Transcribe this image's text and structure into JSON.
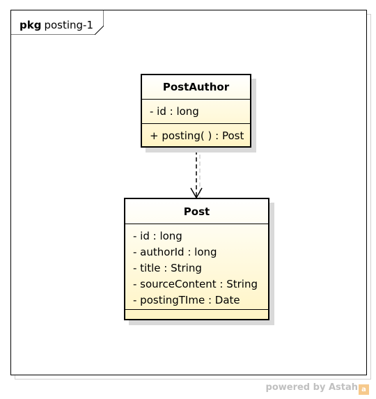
{
  "package": {
    "keyword": "pkg",
    "name": "posting-1"
  },
  "classes": {
    "post_author": {
      "name": "PostAuthor",
      "attributes": [
        "- id : long"
      ],
      "operations": [
        "+ posting( ) : Post"
      ]
    },
    "post": {
      "name": "Post",
      "attributes": [
        "- id : long",
        "- authorId : long",
        "- title : String",
        "- sourceContent : String",
        "- postingTIme : Date"
      ],
      "operations": []
    }
  },
  "relationships": [
    {
      "type": "dependency",
      "from": "PostAuthor",
      "to": "Post",
      "line_style": "dashed",
      "arrow": "open"
    }
  ],
  "footer": {
    "credit": "powered by Astah",
    "logo_glyph": "a"
  },
  "colors": {
    "class_fill": "#fff4c4",
    "border": "#000000",
    "shadow": "#d9d9d9",
    "credit_text": "#c0c0c0",
    "logo": "#f6c98c"
  }
}
